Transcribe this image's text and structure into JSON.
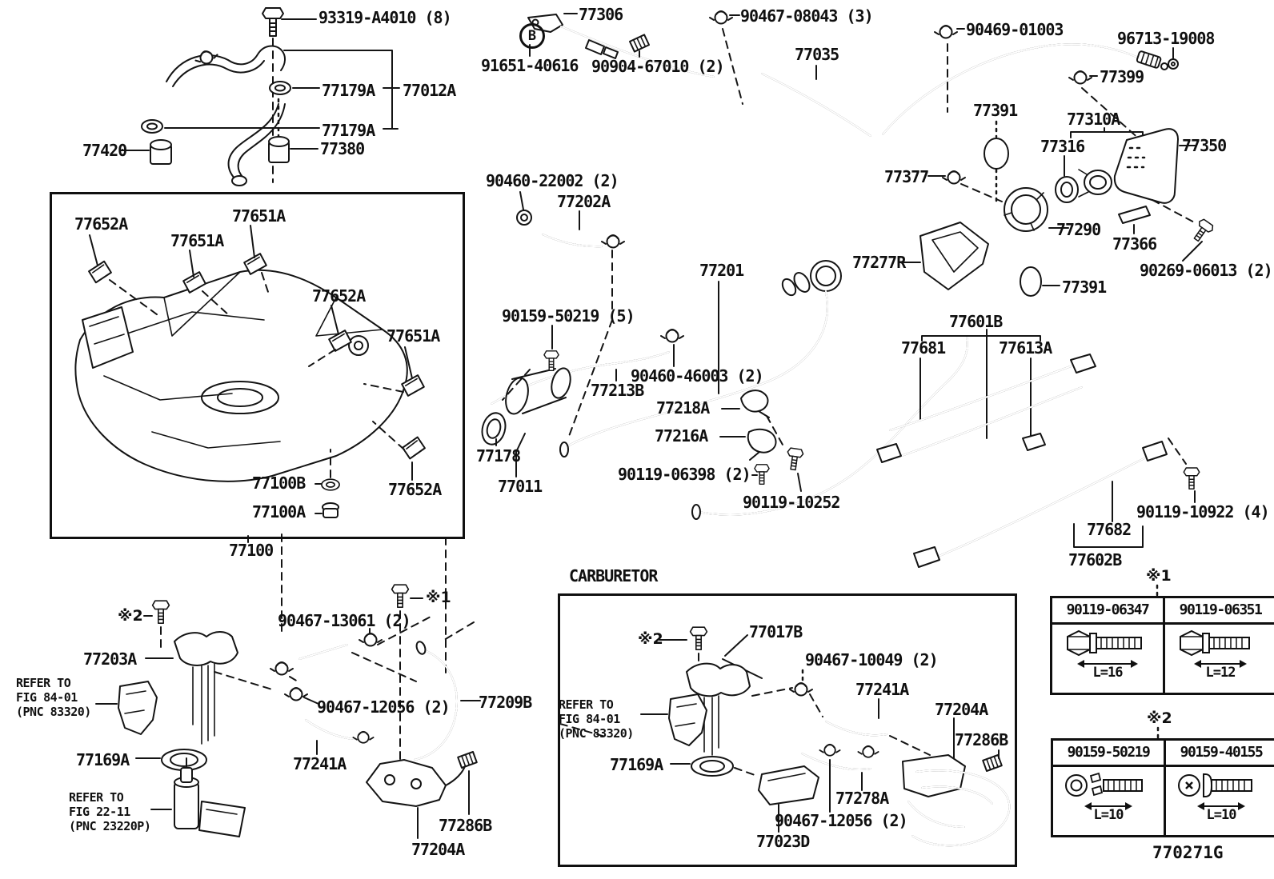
{
  "diagram_code": "770271G",
  "section": {
    "carburetor_title": "CARBURETOR"
  },
  "callouts": {
    "b": "B",
    "star1": "※1",
    "star2": "※2"
  },
  "refer": {
    "fig8401": "REFER TO\nFIG 84-01\n(PNC 83320)",
    "fig2211": "REFER TO\nFIG 22-11\n(PNC 23220P)"
  },
  "parts": {
    "p93319A4010": "93319-A4010 (8)",
    "p77179A": "77179A",
    "p77012A": "77012A",
    "p77420": "77420",
    "p77380": "77380",
    "p77306": "77306",
    "p91651": "91651-40616",
    "p90904": "90904-67010 (2)",
    "p90467_08043": "90467-08043 (3)",
    "p77035": "77035",
    "p90469": "90469-01003",
    "p96713": "96713-19008",
    "p77399": "77399",
    "p77391": "77391",
    "p77310A": "77310A",
    "p77316": "77316",
    "p77350": "77350",
    "p77377": "77377",
    "p77290": "77290",
    "p77277R": "77277R",
    "p77366": "77366",
    "p90269": "90269-06013 (2)",
    "p77652A": "77652A",
    "p77651A": "77651A",
    "p77100B": "77100B",
    "p77100A": "77100A",
    "p77100": "77100",
    "p90460_22002": "90460-22002 (2)",
    "p77202A": "77202A",
    "p77201": "77201",
    "p90159_50219_5": "90159-50219 (5)",
    "p90460_46003": "90460-46003 (2)",
    "p77213B": "77213B",
    "p77218A": "77218A",
    "p77216A": "77216A",
    "p77178": "77178",
    "p77011": "77011",
    "p90119_06398": "90119-06398 (2)",
    "p90119_10252": "90119-10252",
    "p77601B": "77601B",
    "p77681": "77681",
    "p77613A": "77613A",
    "p90119_10922": "90119-10922 (4)",
    "p77682": "77682",
    "p77602B": "77602B",
    "p77203A": "77203A",
    "p90467_13061": "90467-13061 (2)",
    "p90467_12056": "90467-12056 (2)",
    "p77209B": "77209B",
    "p77169A": "77169A",
    "p77241A": "77241A",
    "p77286B": "77286B",
    "p77204A": "77204A",
    "p77017B": "77017B",
    "p90467_10049": "90467-10049 (2)",
    "p77278A": "77278A",
    "p77023D": "77023D"
  },
  "tables": {
    "bolt_table_1": {
      "marker": "※1",
      "columns": [
        {
          "part": "90119-06347",
          "length": "L=16"
        },
        {
          "part": "90119-06351",
          "length": "L=12"
        }
      ]
    },
    "bolt_table_2": {
      "marker": "※2",
      "columns": [
        {
          "part": "90159-50219",
          "length": "L=10"
        },
        {
          "part": "90159-40155",
          "length": "L=10"
        }
      ]
    }
  }
}
